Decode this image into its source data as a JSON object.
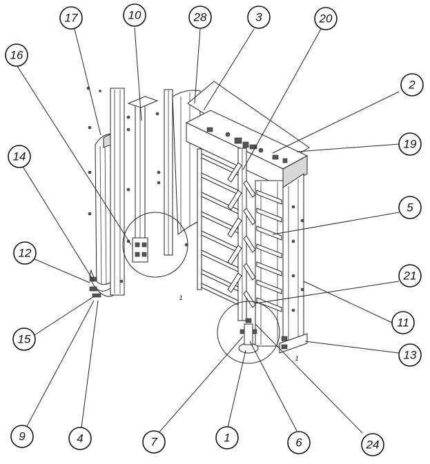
{
  "labels": [
    {
      "id": "l17",
      "text": "17"
    },
    {
      "id": "l10",
      "text": "10"
    },
    {
      "id": "l28",
      "text": "28"
    },
    {
      "id": "l3",
      "text": "3"
    },
    {
      "id": "l20",
      "text": "20"
    },
    {
      "id": "l16",
      "text": "16"
    },
    {
      "id": "l2",
      "text": "2"
    },
    {
      "id": "l19",
      "text": "19"
    },
    {
      "id": "l14",
      "text": "14"
    },
    {
      "id": "l5",
      "text": "5"
    },
    {
      "id": "l12",
      "text": "12"
    },
    {
      "id": "l21",
      "text": "21"
    },
    {
      "id": "l11",
      "text": "11"
    },
    {
      "id": "l15",
      "text": "15"
    },
    {
      "id": "l13",
      "text": "13"
    },
    {
      "id": "l9",
      "text": "9"
    },
    {
      "id": "l4",
      "text": "4"
    },
    {
      "id": "l7",
      "text": "7"
    },
    {
      "id": "l1",
      "text": "1"
    },
    {
      "id": "l6",
      "text": "6"
    },
    {
      "id": "l24",
      "text": "24"
    }
  ],
  "detail_marks": [
    {
      "id": "d1",
      "text": "1"
    },
    {
      "id": "d2",
      "text": "1"
    }
  ]
}
